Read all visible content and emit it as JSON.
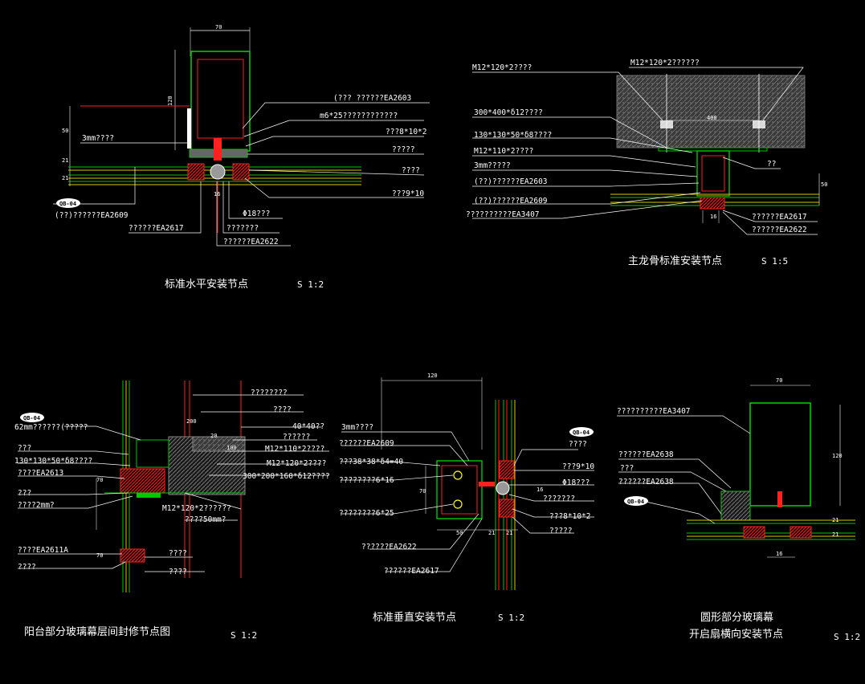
{
  "colors": {
    "bg": "#000000",
    "text": "#ffffff",
    "green": "#00c800",
    "red": "#ff2020",
    "yellow": "#d8c800",
    "gray": "#8a8a8a",
    "hatch": "#5a5a5a"
  },
  "tag": "QB-04",
  "d1": {
    "title": "标准水平安装节点",
    "scale": "S 1:2",
    "dims": {
      "top": "70",
      "side": "120",
      "d50": "50",
      "d21a": "21",
      "d21b": "21",
      "d16": "16"
    },
    "labels": [
      "(??? ??????EA2603",
      "m6*25????????????",
      "???8*10*2",
      "?????",
      "????",
      "???9*10",
      "(??)??????EA2609",
      "??????EA2617",
      "Φ18???",
      "???????",
      "??????EA2622",
      "3mm????"
    ]
  },
  "d2": {
    "title": "主龙骨标准安装节点",
    "scale": "S 1:5",
    "dims": {
      "d400": "400",
      "d50": "50",
      "d16": "16"
    },
    "labels": [
      "M12*120*2????",
      "M12*120*2??????",
      "300*400*δ12????",
      "130*130*50*δ8????",
      "M12*110*2????",
      "3mm?????",
      "(??)??????EA2603",
      "(??)??????EA2609",
      "??????????EA3407",
      "??",
      "??????EA2617",
      "??????EA2622"
    ]
  },
  "d3": {
    "title": "阳台部分玻璃幕层间封修节点图",
    "scale": "S 1:2",
    "dims": {
      "d200": "200",
      "d20": "20",
      "d100": "100",
      "d70a": "70",
      "d70b": "70"
    },
    "labels": [
      "62mm??????(?????",
      "???",
      "130*130*50*δ8????",
      "????EA2613",
      "???",
      "????2mm?",
      "????EA2611A",
      "????",
      "????????",
      "????",
      "40*40??",
      "??????",
      "M12*110*2????",
      "M12*120*2????",
      "300*200*160*δ12????",
      "M12*120*2??????",
      "????50mm?",
      "????",
      "????"
    ]
  },
  "d4": {
    "title": "标准垂直安装节点",
    "scale": "S 1:2",
    "dims": {
      "d120": "120",
      "d70": "70",
      "d50": "50",
      "d21a": "21",
      "d21b": "21",
      "d16": "16"
    },
    "labels": [
      "3mm????",
      "??????EA2609",
      "???38*38*δ4=40",
      "????????6*16",
      "????????6*25",
      "??????EA2622",
      "??????EA2617",
      "????",
      "???9*10",
      "Φ18???",
      "???????",
      "???8*10*2",
      "?????"
    ]
  },
  "d5": {
    "title1": "圆形部分玻璃幕",
    "title2": "开启扇横向安装节点",
    "scale": "S 1:2",
    "dims": {
      "d70": "70",
      "d120": "120",
      "d21a": "21",
      "d21b": "21",
      "d16": "16"
    },
    "labels": [
      "??????????EA3407",
      "??????EA2638",
      "???",
      "??????EA2638"
    ]
  }
}
